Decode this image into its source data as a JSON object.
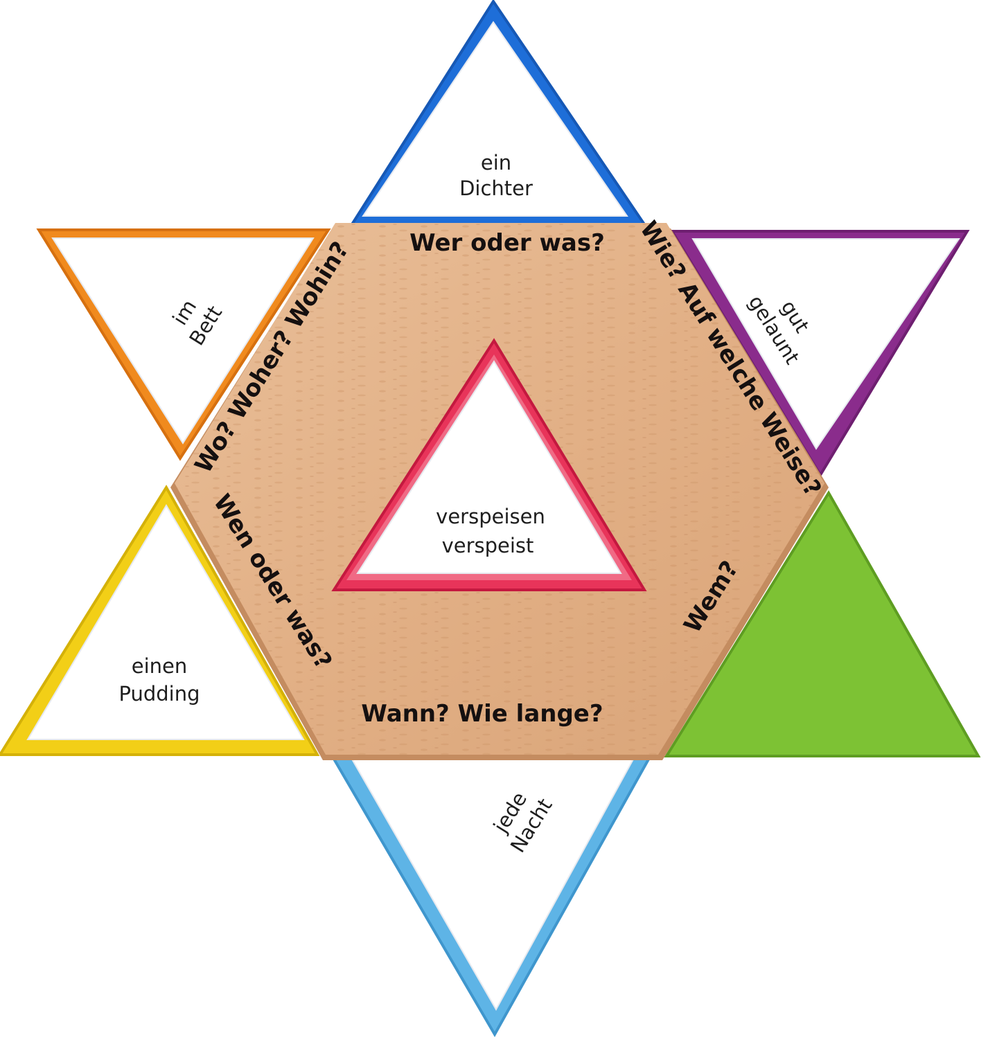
{
  "colors": {
    "wood": "#e3b48c",
    "wood_dark": "#c99268",
    "card": "#ffffff",
    "top_triangle": "#1e6ed8",
    "top_right_triangle": "#8a2c8c",
    "bottom_right_triangle": "#7dc234",
    "bottom_triangle": "#5eb4e6",
    "bottom_left_triangle": "#f2cf17",
    "top_left_triangle": "#f08a1e",
    "center_triangle": "#e8345a"
  },
  "board": {
    "questions": {
      "top": "Wer oder was?",
      "top_right": "Wie? Auf welche Weise?",
      "bottom_right": "Wem?",
      "bottom": "Wann? Wie lange?",
      "bottom_left": "Wen oder was?",
      "top_left": "Wo? Woher? Wohin?"
    },
    "center_card": {
      "line1": "verspeisen",
      "line2": "verspeist"
    }
  },
  "cards": {
    "top": {
      "line1": "ein",
      "line2": "Dichter"
    },
    "top_right": {
      "line1": "gut",
      "line2": "gelaunt"
    },
    "bottom_right": {
      "line1": "",
      "line2": ""
    },
    "bottom": {
      "line1": "jede",
      "line2": "Nacht"
    },
    "bottom_left": {
      "line1": "einen",
      "line2": "Pudding"
    },
    "top_left": {
      "line1": "im",
      "line2": "Bett"
    }
  }
}
